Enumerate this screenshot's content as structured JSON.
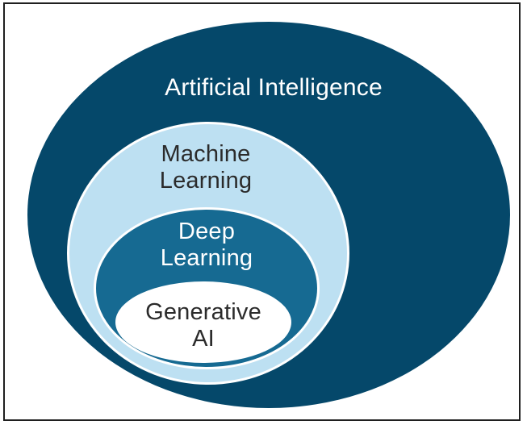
{
  "figure": {
    "background": "#FFFFFF",
    "frame_border_color": "#1F1F1F",
    "stroke_color": "#FFFFFF"
  },
  "layers": {
    "artificial_intelligence": {
      "label": "Artificial Intelligence",
      "lines": [
        "Artificial Intelligence"
      ],
      "fill": "#05486A",
      "text_color": "#FFFFFF"
    },
    "machine_learning": {
      "label": "Machine Learning",
      "lines": [
        "Machine",
        "Learning"
      ],
      "fill": "#BDE0F2",
      "text_color": "#2B2B2B"
    },
    "deep_learning": {
      "label": "Deep Learning",
      "lines": [
        "Deep",
        "Learning"
      ],
      "fill": "#166A92",
      "text_color": "#FFFFFF"
    },
    "generative_ai": {
      "label": "Generative AI",
      "lines": [
        "Generative",
        "AI"
      ],
      "fill": "#FFFFFF",
      "text_color": "#2B2B2B"
    }
  }
}
